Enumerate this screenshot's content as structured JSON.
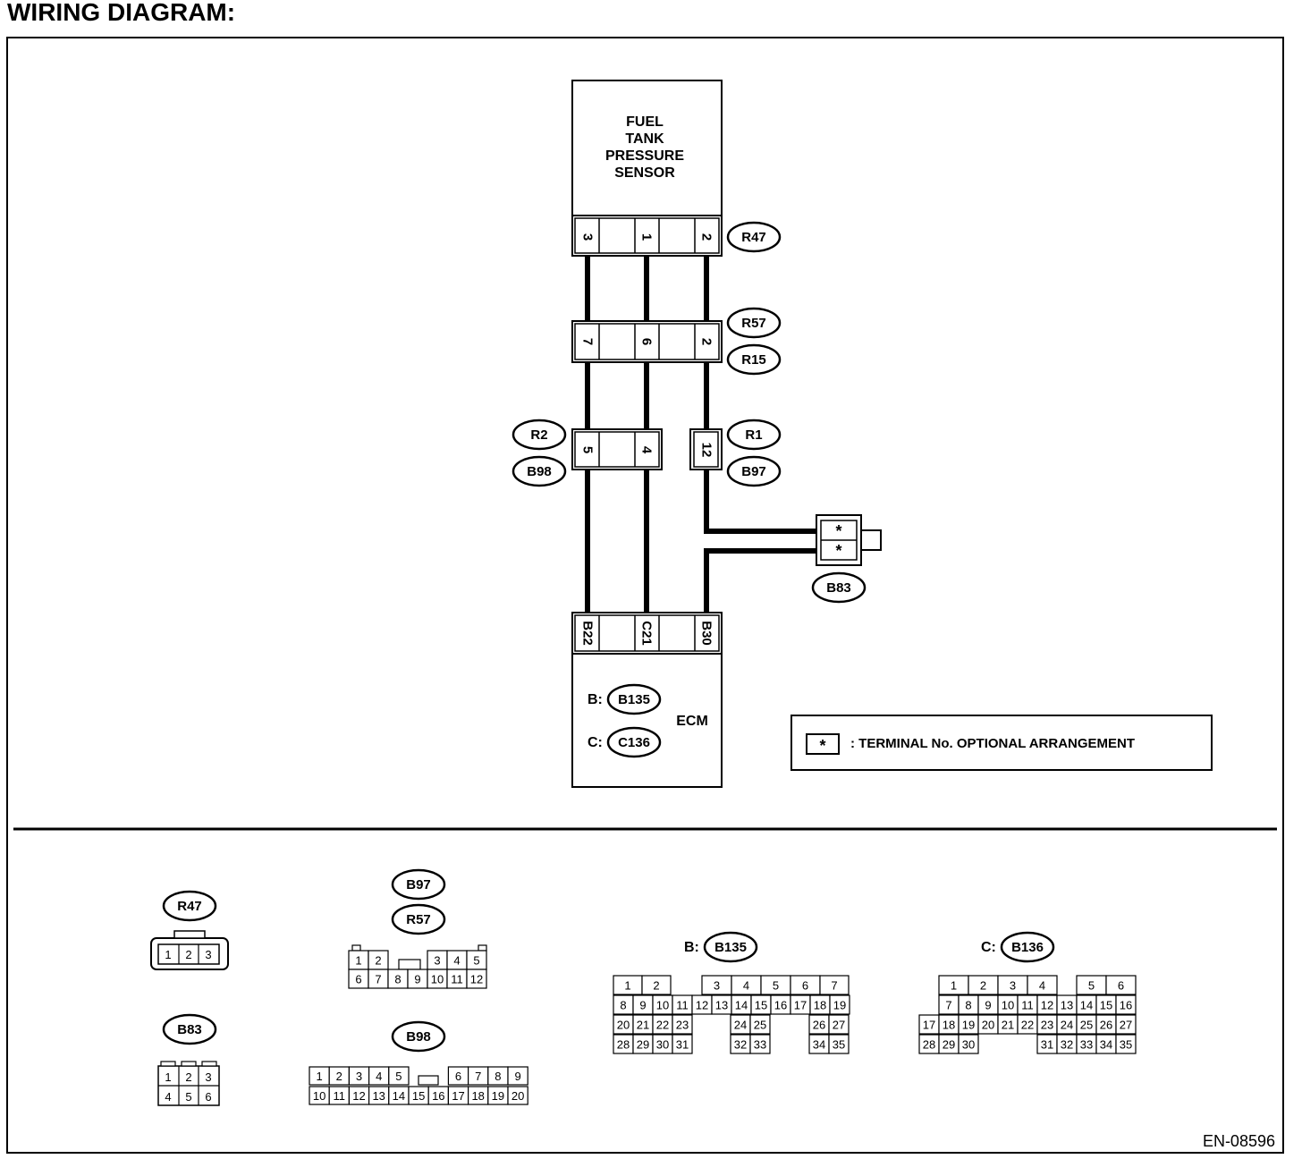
{
  "title": "WIRING DIAGRAM:",
  "doc_id": "EN-08596",
  "sensor": {
    "lines": [
      "FUEL",
      "TANK",
      "PRESSURE",
      "SENSOR"
    ],
    "connector": "R47",
    "pins": [
      "3",
      "1",
      "2"
    ]
  },
  "joint1": {
    "top_label": "R57",
    "bottom_label": "R15",
    "pins": [
      "7",
      "6",
      "2"
    ]
  },
  "joint2": {
    "left_labels": [
      "R2",
      "B98"
    ],
    "left_pins": [
      "5",
      "4"
    ],
    "right_labels": [
      "R1",
      "B97"
    ],
    "right_pin": "12"
  },
  "b83": {
    "label": "B83",
    "pins": [
      "*",
      "*"
    ]
  },
  "ecm": {
    "name": "ECM",
    "pins": [
      "B22",
      "C21",
      "B30"
    ],
    "connectors": [
      {
        "prefix": "B:",
        "label": "B135"
      },
      {
        "prefix": "C:",
        "label": "C136"
      }
    ]
  },
  "legend": {
    "symbol": "*",
    "text": ": TERMINAL No. OPTIONAL ARRANGEMENT"
  },
  "faces": {
    "r47": {
      "label": "R47",
      "pins": [
        "1",
        "2",
        "3"
      ]
    },
    "b83": {
      "label": "B83",
      "row1": [
        "1",
        "2",
        "3"
      ],
      "row2": [
        "4",
        "5",
        "6"
      ]
    },
    "b97_r57": {
      "labels": [
        "B97",
        "R57"
      ],
      "row1": [
        "1",
        "2",
        "",
        "",
        "3",
        "4",
        "5"
      ],
      "row2": [
        "6",
        "7",
        "8",
        "9",
        "10",
        "11",
        "12"
      ]
    },
    "b98": {
      "label": "B98",
      "row1": [
        "1",
        "2",
        "3",
        "4",
        "5",
        "",
        "",
        "6",
        "7",
        "8",
        "9"
      ],
      "row2": [
        "10",
        "11",
        "12",
        "13",
        "14",
        "15",
        "16",
        "17",
        "18",
        "19",
        "20"
      ]
    },
    "b135": {
      "prefix": "B:",
      "label": "B135",
      "row1": [
        "1",
        "2",
        "3",
        "4",
        "5",
        "6",
        "7"
      ],
      "row2": [
        "8",
        "9",
        "10",
        "11",
        "12",
        "13",
        "14",
        "15",
        "16",
        "17",
        "18",
        "19"
      ],
      "row3": [
        "20",
        "21",
        "22",
        "23",
        "24",
        "25",
        "26",
        "27"
      ],
      "row4": [
        "28",
        "29",
        "30",
        "31",
        "32",
        "33",
        "34",
        "35"
      ]
    },
    "b136": {
      "prefix": "C:",
      "label": "B136",
      "row1": [
        "1",
        "2",
        "3",
        "4",
        "5",
        "6"
      ],
      "row2": [
        "7",
        "8",
        "9",
        "10",
        "11",
        "12",
        "13",
        "14",
        "15",
        "16"
      ],
      "row3": [
        "17",
        "18",
        "19",
        "20",
        "21",
        "22",
        "23",
        "24",
        "25",
        "26",
        "27"
      ],
      "row4": [
        "28",
        "29",
        "30",
        "31",
        "32",
        "33",
        "34",
        "35"
      ]
    }
  }
}
